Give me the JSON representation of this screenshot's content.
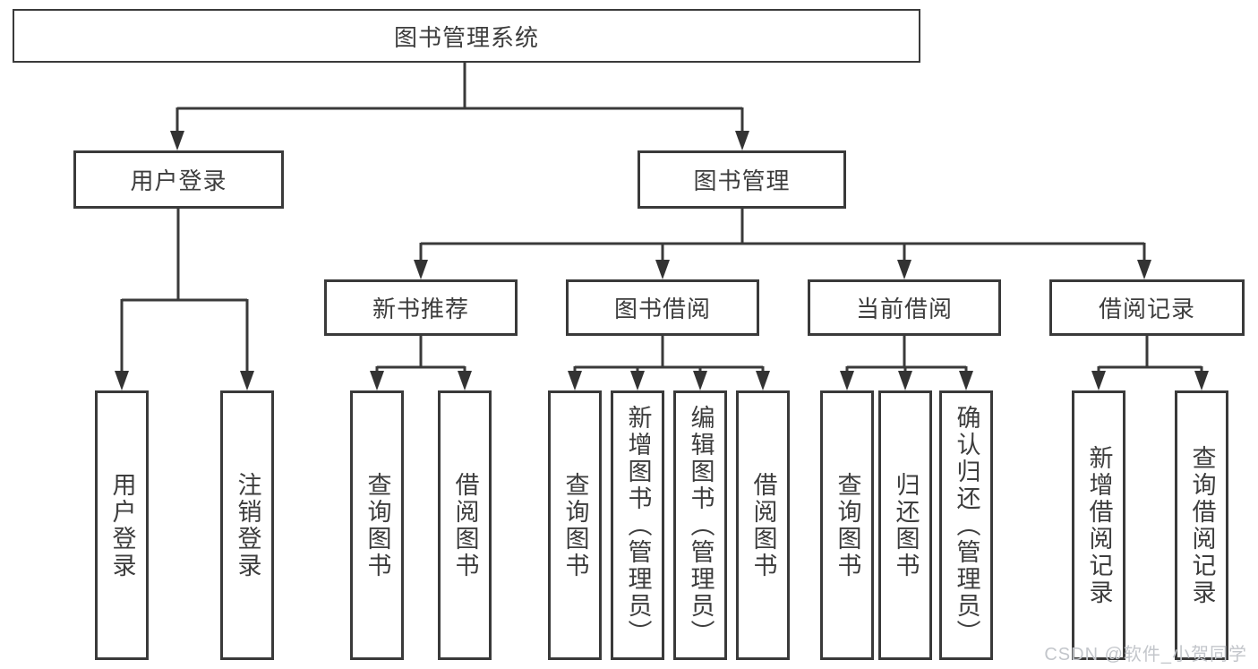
{
  "diagram": {
    "root": {
      "label": "图书管理系统"
    },
    "branches": [
      {
        "label": "用户登录",
        "children": [
          {
            "label": "用户登录"
          },
          {
            "label": "注销登录"
          }
        ]
      },
      {
        "label": "图书管理",
        "children": [
          {
            "label": "新书推荐",
            "children": [
              {
                "label": "查询图书"
              },
              {
                "label": "借阅图书"
              }
            ]
          },
          {
            "label": "图书借阅",
            "children": [
              {
                "label": "查询图书"
              },
              {
                "label": "新增图书（管理员）"
              },
              {
                "label": "编辑图书（管理员）"
              },
              {
                "label": "借阅图书"
              }
            ]
          },
          {
            "label": "当前借阅",
            "children": [
              {
                "label": "查询图书"
              },
              {
                "label": "归还图书"
              },
              {
                "label": "确认归还（管理员）"
              }
            ]
          },
          {
            "label": "借阅记录",
            "children": [
              {
                "label": "新增借阅记录"
              },
              {
                "label": "查询借阅记录"
              }
            ]
          }
        ]
      }
    ]
  },
  "watermark": {
    "text": "CSDN @软件_小贺同学"
  },
  "colors": {
    "line": "#3a3a3a",
    "text": "#3d3d3d",
    "watermark": "#c3c6cb",
    "background": "#ffffff"
  }
}
